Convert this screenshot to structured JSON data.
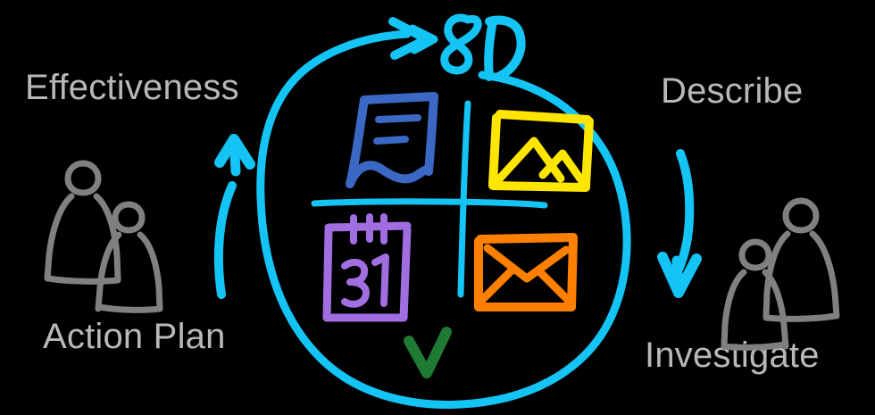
{
  "diagram": {
    "title": "8D",
    "title_style": "handwritten-cyan",
    "background_color": "#000000",
    "center": {
      "circle_color": "#14c4f5",
      "check_mark": {
        "name": "green-check",
        "color": "#1f7a33",
        "symbol": "✓"
      },
      "quadrants": [
        {
          "position": "top-left",
          "icon": "document-bookmark-icon",
          "color": "#3a68c4",
          "description": "document with lines"
        },
        {
          "position": "top-right",
          "icon": "image-chart-icon",
          "color": "#ffe600",
          "description": "picture with mountains"
        },
        {
          "position": "bottom-left",
          "icon": "calendar-icon",
          "color": "#a06ee0",
          "description": "calendar",
          "day_number": "31"
        },
        {
          "position": "bottom-right",
          "icon": "envelope-icon",
          "color": "#ff8000",
          "description": "email envelope"
        }
      ]
    },
    "stages": [
      {
        "id": "effectiveness",
        "label": "Effectiveness",
        "position": "top-left",
        "text_color": "#b8b8b8"
      },
      {
        "id": "describe",
        "label": "Describe",
        "position": "top-right",
        "text_color": "#b8b8b8"
      },
      {
        "id": "action-plan",
        "label": "Action Plan",
        "position": "bottom-left",
        "text_color": "#b8b8b8"
      },
      {
        "id": "investigate",
        "label": "Investigate",
        "position": "bottom-right",
        "text_color": "#b8b8b8"
      }
    ],
    "arrows": [
      {
        "id": "left-arrow-up",
        "direction": "up",
        "color": "#14c4f5",
        "from": "action-plan",
        "to": "effectiveness"
      },
      {
        "id": "right-arrow-down",
        "direction": "down",
        "color": "#14c4f5",
        "from": "describe",
        "to": "investigate"
      },
      {
        "id": "top-arrow-right",
        "direction": "right",
        "color": "#14c4f5",
        "from": "effectiveness",
        "to": "describe"
      }
    ],
    "people_groups": [
      {
        "id": "people-left",
        "color": "#808080",
        "count": 2,
        "associated_with": "effectiveness"
      },
      {
        "id": "people-right",
        "color": "#808080",
        "count": 2,
        "associated_with": "investigate"
      }
    ]
  }
}
